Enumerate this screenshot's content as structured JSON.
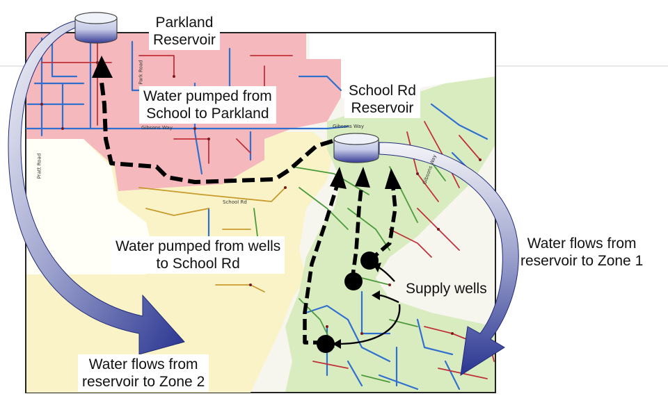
{
  "labels": {
    "parkland_reservoir": [
      "Parkland",
      "Reservoir"
    ],
    "school_rd_reservoir": [
      "School Rd",
      "Reservoir"
    ],
    "pumped_school_to_parkland": [
      "Water pumped from",
      "School to Parkland"
    ],
    "pumped_wells_to_school": [
      "Water pumped from wells",
      "to School Rd"
    ],
    "supply_wells": [
      "Supply wells"
    ],
    "flows_zone1": [
      "Water flows from",
      "reservoir to Zone 1"
    ],
    "flows_zone2": [
      "Water flows from",
      "reservoir to Zone 2"
    ]
  },
  "road_labels": [
    "Park Road",
    "Pratt Road",
    "Gibsons Way",
    "Gibsons Way",
    "School Rd",
    "Gibsons Way"
  ],
  "colors": {
    "zone2_fill": "#f5b8bd",
    "zone_yellow_fill": "#faf3c8",
    "zone1_fill": "#d9ecc0",
    "pipe_blue": "#2f6fd0",
    "pipe_red": "#c0303a",
    "pipe_green": "#4a9a3a",
    "pipe_orange": "#c89a2a",
    "arrow_blue": "#2a3a9a",
    "reservoir_fill": "#3a3f9a",
    "well": "#000000"
  }
}
